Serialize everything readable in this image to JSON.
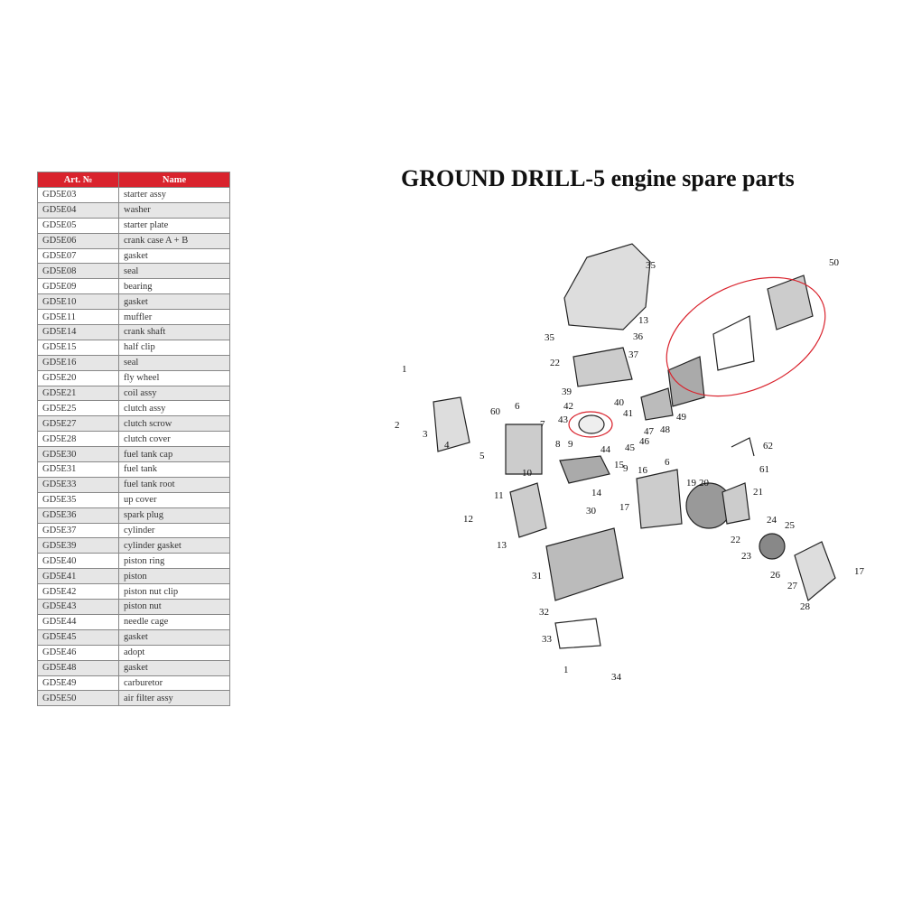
{
  "title": "GROUND DRILL-5 engine spare parts",
  "table": {
    "headers": [
      "Art. №",
      "Name"
    ],
    "rows": [
      [
        "GD5E03",
        "starter assy"
      ],
      [
        "GD5E04",
        "washer"
      ],
      [
        "GD5E05",
        "starter plate"
      ],
      [
        "GD5E06",
        "crank case A + B"
      ],
      [
        "GD5E07",
        "gasket"
      ],
      [
        "GD5E08",
        "seal"
      ],
      [
        "GD5E09",
        "bearing"
      ],
      [
        "GD5E10",
        "gasket"
      ],
      [
        "GD5E11",
        "muffler"
      ],
      [
        "GD5E14",
        "crank shaft"
      ],
      [
        "GD5E15",
        "half clip"
      ],
      [
        "GD5E16",
        "seal"
      ],
      [
        "GD5E20",
        "fly wheel"
      ],
      [
        "GD5E21",
        "coil assy"
      ],
      [
        "GD5E25",
        "clutch assy"
      ],
      [
        "GD5E27",
        "clutch scrow"
      ],
      [
        "GD5E28",
        "clutch cover"
      ],
      [
        "GD5E30",
        "fuel tank cap"
      ],
      [
        "GD5E31",
        "fuel tank"
      ],
      [
        "GD5E33",
        "fuel tank root"
      ],
      [
        "GD5E35",
        "up cover"
      ],
      [
        "GD5E36",
        "spark plug"
      ],
      [
        "GD5E37",
        "cylinder"
      ],
      [
        "GD5E39",
        "cylinder gasket"
      ],
      [
        "GD5E40",
        "piston ring"
      ],
      [
        "GD5E41",
        "piston"
      ],
      [
        "GD5E42",
        "piston nut clip"
      ],
      [
        "GD5E43",
        "piston nut"
      ],
      [
        "GD5E44",
        "needle cage"
      ],
      [
        "GD5E45",
        "gasket"
      ],
      [
        "GD5E46",
        "adopt"
      ],
      [
        "GD5E48",
        "gasket"
      ],
      [
        "GD5E49",
        "carburetor"
      ],
      [
        "GD5E50",
        "air filter assy"
      ]
    ]
  },
  "diagram": {
    "callouts": [
      "1",
      "2",
      "3",
      "4",
      "5",
      "60",
      "6",
      "7",
      "8",
      "9",
      "10",
      "11",
      "12",
      "13",
      "14",
      "15",
      "16",
      "9",
      "17",
      "6",
      "19",
      "20",
      "21",
      "22",
      "23",
      "24",
      "25",
      "26",
      "27",
      "28",
      "17",
      "30",
      "31",
      "32",
      "33",
      "34",
      "1",
      "35",
      "35",
      "13",
      "36",
      "37",
      "22",
      "39",
      "40",
      "41",
      "42",
      "43",
      "44",
      "45",
      "46",
      "47",
      "48",
      "49",
      "50",
      "61",
      "62"
    ]
  }
}
